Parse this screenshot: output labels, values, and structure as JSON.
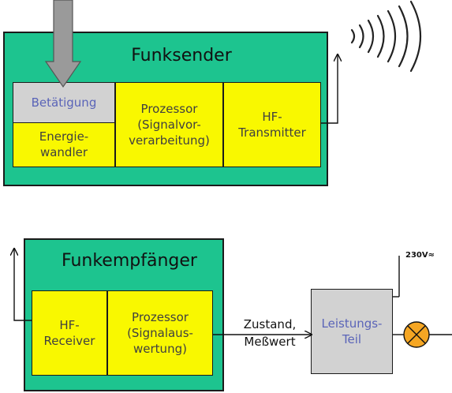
{
  "transmitter": {
    "title": "Funksender",
    "actuation": "Betätigung",
    "converter": "Energie-\nwandler",
    "processor": "Prozessor\n(Signalvor-\nverarbeitung)",
    "hf": "HF-\nTransmitter"
  },
  "receiver": {
    "title": "Funkempfänger",
    "hf": "HF-\nReceiver",
    "processor": "Prozessor\n(Signalaus-\nwertung)"
  },
  "signal_label": "Zustand,\nMeßwert",
  "power_unit": "Leistungs-\nTeil",
  "voltage_label": "230V≈",
  "colors": {
    "block_green": "#1dc48f",
    "block_yellow": "#f9f800",
    "power_grey": "#d2d2d2",
    "text_blue": "#5a64b8",
    "lamp_orange": "#f5a623"
  }
}
